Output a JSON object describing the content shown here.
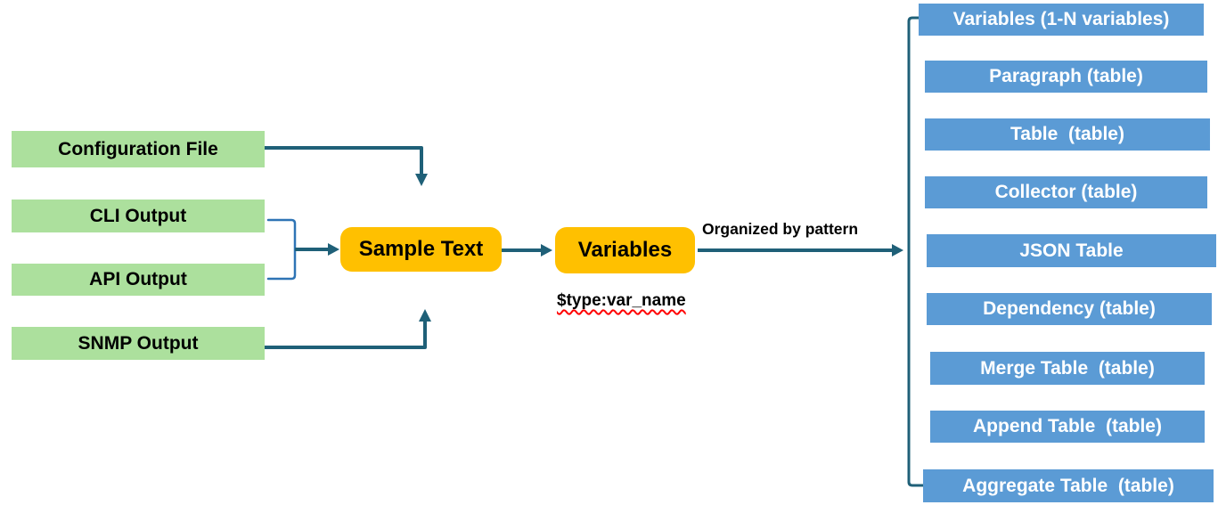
{
  "diagram": {
    "sources": [
      {
        "label": "Configuration File"
      },
      {
        "label": "CLI Output"
      },
      {
        "label": "API Output"
      },
      {
        "label": "SNMP Output"
      }
    ],
    "process": {
      "sample_text_label": "Sample Text",
      "variables_label": "Variables",
      "variable_syntax": "$type:var_name"
    },
    "arrow_label": "Organized by pattern",
    "patterns": [
      {
        "label": "Variables (1-N variables)"
      },
      {
        "label": "Paragraph (table)"
      },
      {
        "label": "Table  (table)"
      },
      {
        "label": "Collector (table)"
      },
      {
        "label": "JSON Table"
      },
      {
        "label": "Dependency (table)"
      },
      {
        "label": "Merge Table  (table)"
      },
      {
        "label": "Append Table  (table)"
      },
      {
        "label": "Aggregate Table  (table)"
      }
    ],
    "colors": {
      "source_green": "#ACE09D",
      "process_orange": "#FFC000",
      "pattern_blue": "#5B9BD5",
      "arrow_teal": "#1F6078",
      "bracket_blue": "#2E74B5",
      "text_dark": "#000000",
      "pattern_text": "#FFFFFF",
      "syntax_underline": "#FF0000"
    }
  }
}
